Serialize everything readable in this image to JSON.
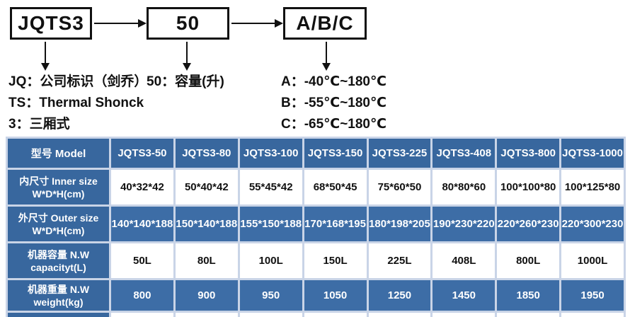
{
  "colors": {
    "header_blue": "#38679e",
    "row_blue": "#3d6da6",
    "table_gap_blue": "#c9d4e7",
    "box_border": "#111111"
  },
  "diagram": {
    "boxes": [
      {
        "label": "JQTS3"
      },
      {
        "label": "50"
      },
      {
        "label": "A/B/C"
      }
    ],
    "legend": {
      "col1": [
        "JQ：公司标识（剑乔）",
        "TS：Thermal Shonck",
        "3：三厢式"
      ],
      "col2": [
        "50：容量(升)"
      ],
      "col3": [
        "A：-40℃~180℃",
        "B：-55℃~180℃",
        "C：-65℃~180℃"
      ]
    }
  },
  "spec_table": {
    "header": {
      "model_label": "型号 Model",
      "models": [
        "JQTS3-50",
        "JQTS3-80",
        "JQTS3-100",
        "JQTS3-150",
        "JQTS3-225",
        "JQTS3-408",
        "JQTS3-800",
        "JQTS3-1000"
      ]
    },
    "rows": [
      {
        "label_line1": "内尺寸 Inner size",
        "label_line2": "W*D*H(cm)",
        "values": [
          "40*32*42",
          "50*40*42",
          "55*45*42",
          "68*50*45",
          "75*60*50",
          "80*80*60",
          "100*100*80",
          "100*125*80"
        ]
      },
      {
        "label_line1": "外尺寸 Outer size",
        "label_line2": "W*D*H(cm)",
        "values": [
          "140*140*188",
          "150*140*188",
          "155*150*188",
          "170*168*195",
          "180*198*205",
          "190*230*220",
          "220*260*230",
          "220*300*230"
        ]
      },
      {
        "label_line1": "机器容量 N.W",
        "label_line2": "capacityt(L)",
        "values": [
          "50L",
          "80L",
          "100L",
          "150L",
          "225L",
          "408L",
          "800L",
          "1000L"
        ]
      },
      {
        "label_line1": "机器重量 N.W",
        "label_line2": "weight(kg)",
        "values": [
          "800",
          "900",
          "950",
          "1050",
          "1250",
          "1450",
          "1850",
          "1950"
        ]
      }
    ]
  }
}
